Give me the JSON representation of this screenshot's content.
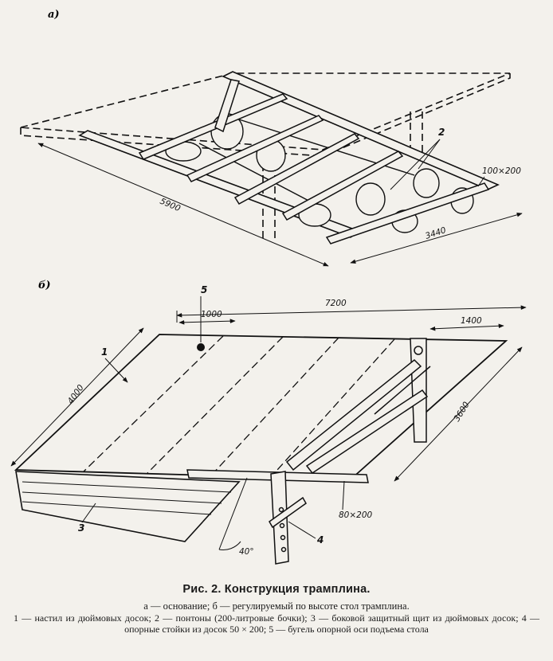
{
  "panels": {
    "a": {
      "label": "а)"
    },
    "b": {
      "label": "б)"
    }
  },
  "dimensions_a": {
    "length": "5900",
    "width": "3440",
    "beam": "100×200"
  },
  "dimensions_b": {
    "length": "7200",
    "width": "4000",
    "depth": "3600",
    "support_offset": "1000",
    "right_offset": "1400",
    "beam": "80×200",
    "angle": "40°"
  },
  "callouts": {
    "one": "1",
    "two": "2",
    "three": "3",
    "four": "4",
    "five": "5"
  },
  "caption": {
    "title": "Рис. 2. Конструкция трамплина.",
    "subtitle": "а — основание; б — регулируемый по высоте стол трамплина.",
    "legend": "1 — настил из дюймовых досок; 2 — понтоны (200-литровые бочки); 3 — боковой защитный щит из дюймовых досок; 4 — опорные стойки из досок 50 × 200; 5 — бугель опорной оси подъема стола"
  }
}
